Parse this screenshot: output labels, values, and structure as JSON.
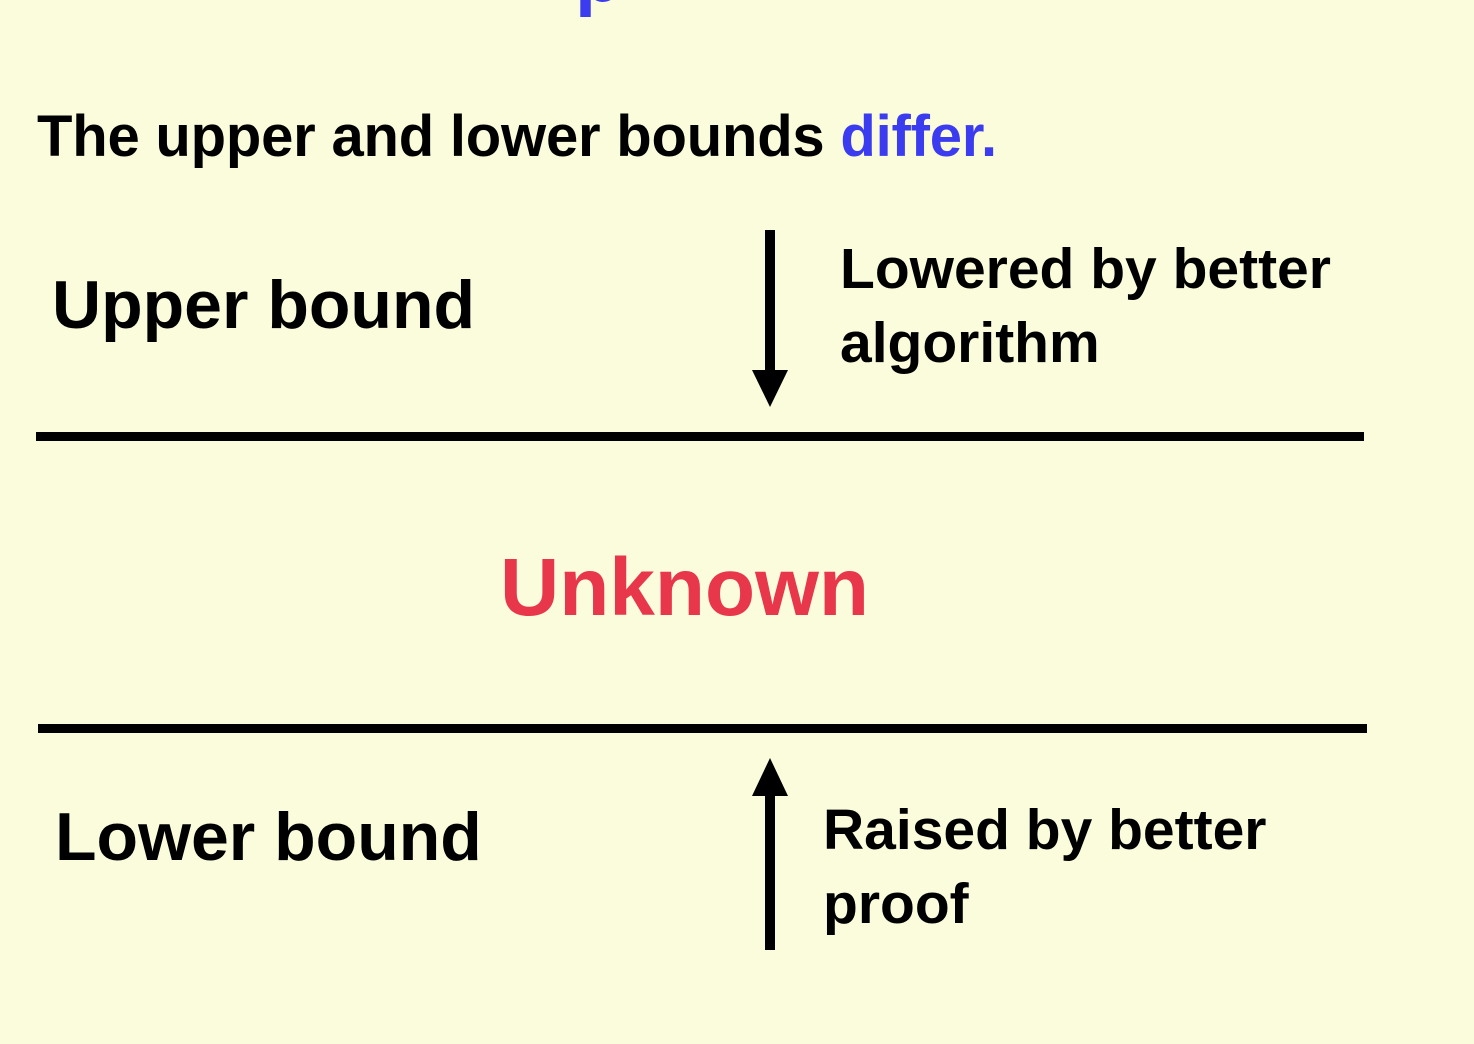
{
  "slide": {
    "title_visible_fragment": "p",
    "subtitle_prefix": "The upper and lower bounds ",
    "subtitle_emphasis": "differ.",
    "upper_label": "Upper bound",
    "upper_note": "Lowered by better algorithm",
    "unknown_label": "Unknown",
    "lower_label": "Lower bound",
    "lower_note": "Raised by better proof"
  },
  "colors": {
    "background": "#FAFCDC",
    "emphasis_blue": "#3B3BF0",
    "unknown_red": "#E8364A",
    "text": "#000000"
  },
  "icons": {
    "upper_arrow": "arrow-down-icon",
    "lower_arrow": "arrow-up-icon"
  }
}
